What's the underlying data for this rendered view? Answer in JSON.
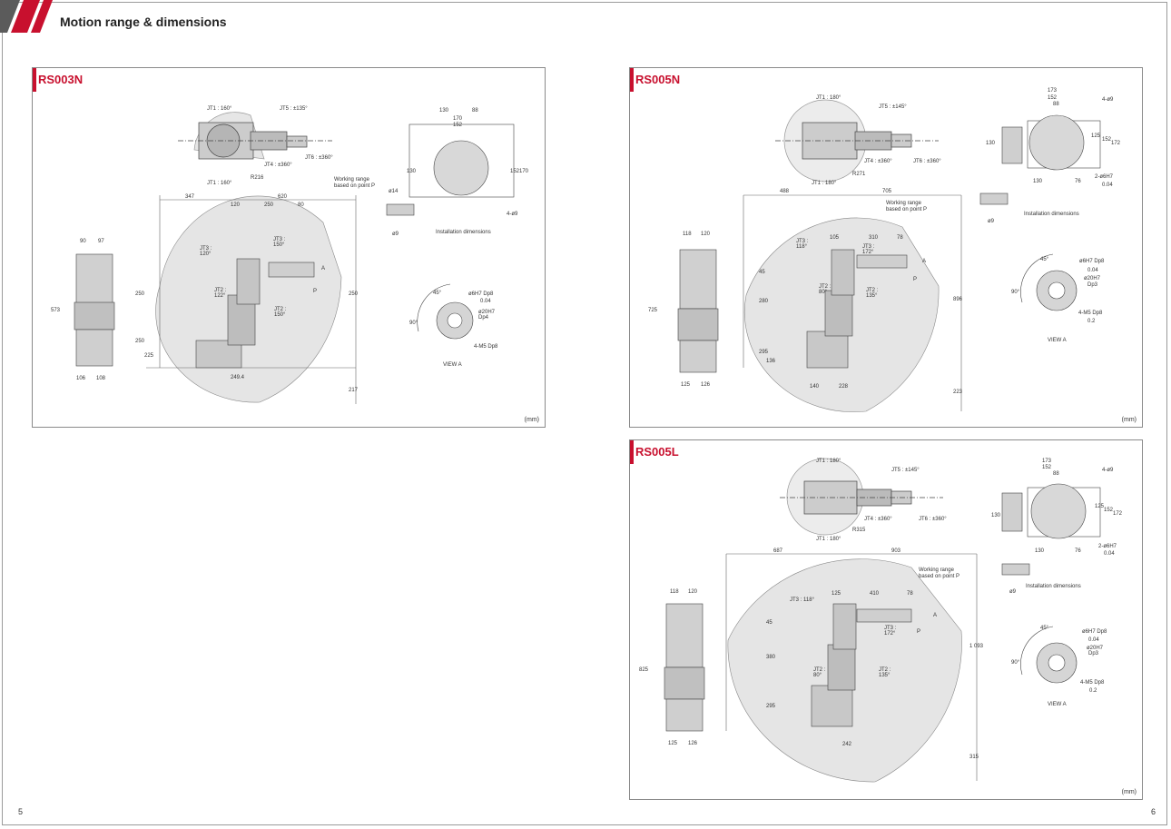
{
  "page": {
    "title": "Motion range & dimensions",
    "left_page_number": "5",
    "right_page_number": "6",
    "accent_color": "#c8102e"
  },
  "panels": {
    "rs003n": {
      "name": "RS003N",
      "unit": "(mm)",
      "labels": {
        "jt1_top": "JT1 : 160°",
        "jt1_bottom": "JT1 : 160°",
        "jt4": "JT4 : ±360°",
        "jt5": "JT5 : ±135°",
        "jt6": "JT6 : ±360°",
        "r216": "R216",
        "working_range": "Working range",
        "working_range2": "based on point P",
        "jt3_upper": "JT3 :",
        "jt3_upper_val": "150°",
        "jt3_left": "JT3 :",
        "jt3_left_val": "120°",
        "jt2_left": "JT2 :",
        "jt2_left_val": "122°",
        "jt2_right": "JT2 :",
        "jt2_right_val": "150°",
        "point_p": "P",
        "point_a": "A",
        "install_caption": "Installation dimensions",
        "view_a": "VIEW A",
        "phi14": "ø14",
        "phi9": "ø9",
        "four_phi9": "4-ø9",
        "phi6h7": "ø6H7 Dp8",
        "phi20h7": "ø20H7",
        "dp4": "Dp4",
        "m5": "4-M5 Dp8",
        "tol": "0.04",
        "ang45": "45°",
        "ang90": "90°",
        "datum_a": "A"
      },
      "dims": {
        "d347": "347",
        "d620": "620",
        "d120": "120",
        "d250a": "250",
        "d80": "80",
        "d90": "90",
        "d97": "97",
        "d573": "573",
        "d106": "106",
        "d108": "108",
        "d250b": "250",
        "d250c": "250",
        "d225": "225",
        "d2494": "249.4",
        "d217": "217",
        "d130a": "130",
        "d88": "88",
        "d170": "170",
        "d152": "152",
        "d130b": "130",
        "d152b": "152",
        "d170b": "170",
        "d250d": "250"
      }
    },
    "rs005n": {
      "name": "RS005N",
      "unit": "(mm)",
      "labels": {
        "jt1_top": "JT1 : 180°",
        "jt1_bottom": "JT1 : 180°",
        "jt4": "JT4 : ±360°",
        "jt5": "JT5 : ±145°",
        "jt6": "JT6 : ±360°",
        "r": "R271",
        "working_range": "Working range",
        "working_range2": "based on point P",
        "jt3_left": "JT3 :",
        "jt3_left_val": "118°",
        "jt3_right": "JT3 :",
        "jt3_right_val": "172°",
        "jt2_right": "JT2 :",
        "jt2_right_val": "135°",
        "jt2_left": "JT2 :",
        "jt2_left_val": "80°",
        "point_p": "P",
        "point_a": "A",
        "install_caption": "Installation dimensions",
        "view_a": "VIEW A",
        "phi9": "ø9",
        "four_phi9": "4-ø9",
        "two_phi6h7": "2-ø6H7",
        "phi6h7": "ø6H7 Dp8",
        "phi20h7": "ø20H7",
        "dp3": "Dp3",
        "m5": "4-M5 Dp8",
        "tol": "0.04",
        "tol2": "0.2",
        "ang45": "45°",
        "ang90": "90°",
        "datum_a": "A"
      },
      "dims": {
        "d488": "488",
        "d705": "705",
        "d105": "105",
        "d310": "310",
        "d78": "78",
        "d118": "118",
        "d120": "120",
        "d725": "725",
        "d125": "125",
        "d126": "126",
        "d45": "45",
        "d280": "280",
        "d295": "295",
        "d136": "136",
        "d140": "140",
        "d228": "228",
        "d896": "896",
        "d223": "223",
        "d173": "173",
        "d152": "152",
        "d88": "88",
        "d130": "130",
        "d76": "76",
        "d130v": "130",
        "d125v": "125",
        "d152v": "152",
        "d172v": "172"
      }
    },
    "rs005l": {
      "name": "RS005L",
      "unit": "(mm)",
      "labels": {
        "jt1_top": "JT1 : 180°",
        "jt1_bottom": "JT1 : 180°",
        "jt4": "JT4 : ±360°",
        "jt5": "JT5 : ±145°",
        "jt6": "JT6 : ±360°",
        "r": "R315",
        "working_range": "Working range",
        "working_range2": "based on point P",
        "jt3_left": "JT3 : 118°",
        "jt3_right": "JT3 :",
        "jt3_right_val": "172°",
        "jt2_right": "JT2 :",
        "jt2_right_val": "135°",
        "jt2_left": "JT2 :",
        "jt2_left_val": "80°",
        "point_p": "P",
        "point_a": "A",
        "install_caption": "Installation dimensions",
        "view_a": "VIEW A",
        "phi9": "ø9",
        "four_phi9": "4-ø9",
        "two_phi6h7": "2-ø6H7",
        "phi6h7": "ø6H7 Dp8",
        "phi20h7": "ø20H7",
        "dp3": "Dp3",
        "m5": "4-M5 Dp8",
        "tol": "0.04",
        "tol2": "0.2",
        "ang45": "45°",
        "ang90": "90°",
        "datum_a": "A"
      },
      "dims": {
        "d687": "687",
        "d903": "903",
        "d125": "125",
        "d410": "410",
        "d78": "78",
        "d118": "118",
        "d120": "120",
        "d825": "825",
        "d125b": "125",
        "d126": "126",
        "d45": "45",
        "d380": "380",
        "d295": "295",
        "d242": "242",
        "d1093": "1 093",
        "d315": "315",
        "d173": "173",
        "d152": "152",
        "d88": "88",
        "d130": "130",
        "d76": "76",
        "d130v": "130",
        "d125v": "125",
        "d152v": "152",
        "d172v": "172"
      }
    }
  }
}
